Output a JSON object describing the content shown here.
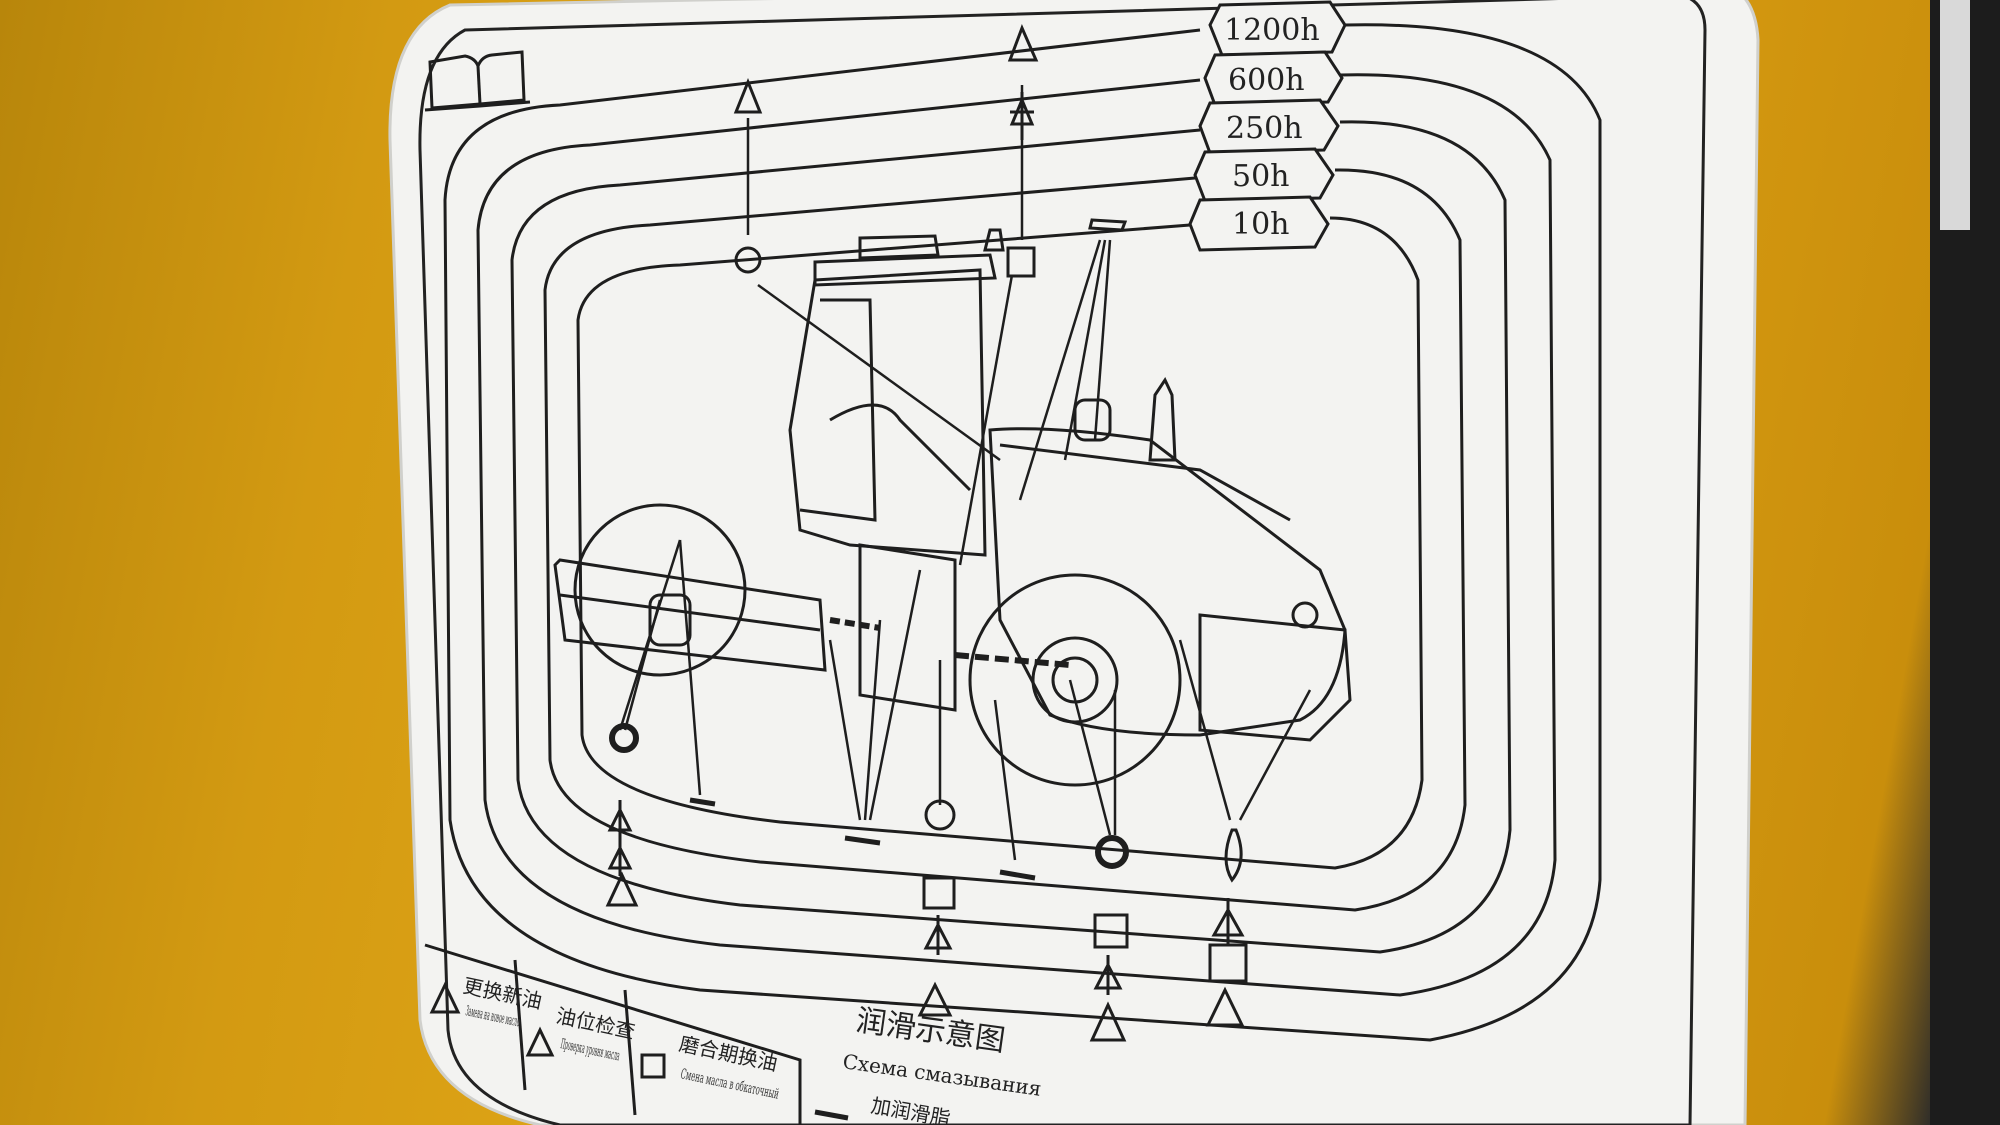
{
  "plate": {
    "manual_icon": "open-book-icon",
    "interval_labels": [
      "1200h",
      "600h",
      "250h",
      "50h",
      "10h"
    ]
  },
  "legend": {
    "items": [
      {
        "icon": "triangle-icon",
        "cn": "更换新油",
        "ru": "Замена на новое масло"
      },
      {
        "icon": "level-check-icon",
        "cn": "油位检查",
        "ru": "Проверка уровня масла"
      },
      {
        "icon": "square-icon",
        "cn": "磨合期换油",
        "ru": "Смена масла в обкаточный"
      },
      {
        "icon": "grease-gun-icon",
        "cn": "加润滑脂",
        "ru": ""
      }
    ]
  },
  "title": {
    "cn": "润滑示意图",
    "ru": "Схема смазывания"
  },
  "colors": {
    "machine_body": "#e0a617",
    "plate": "#f4f4f2",
    "line": "#1e1e1e"
  }
}
